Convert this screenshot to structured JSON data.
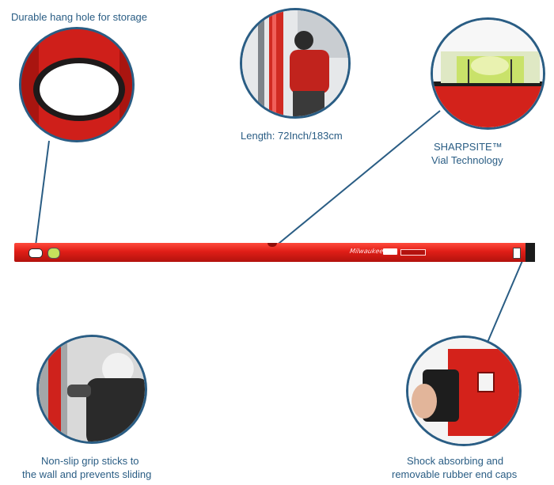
{
  "callouts": {
    "hang_hole": "Durable hang hole for storage",
    "length": "Length: 72Inch/183cm",
    "sharpsite_line1": "SHARPSITE™",
    "sharpsite_line2": "Vial Technology",
    "grip_line1": "Non-slip grip sticks to",
    "grip_line2": "the wall and prevents sliding",
    "caps_line1": "Shock absorbing and",
    "caps_line2": "removable rubber end caps"
  },
  "level": {
    "brand_mark": "Milwaukee"
  },
  "colors": {
    "accent": "#2a5d84",
    "level_red": "#e01e17"
  }
}
